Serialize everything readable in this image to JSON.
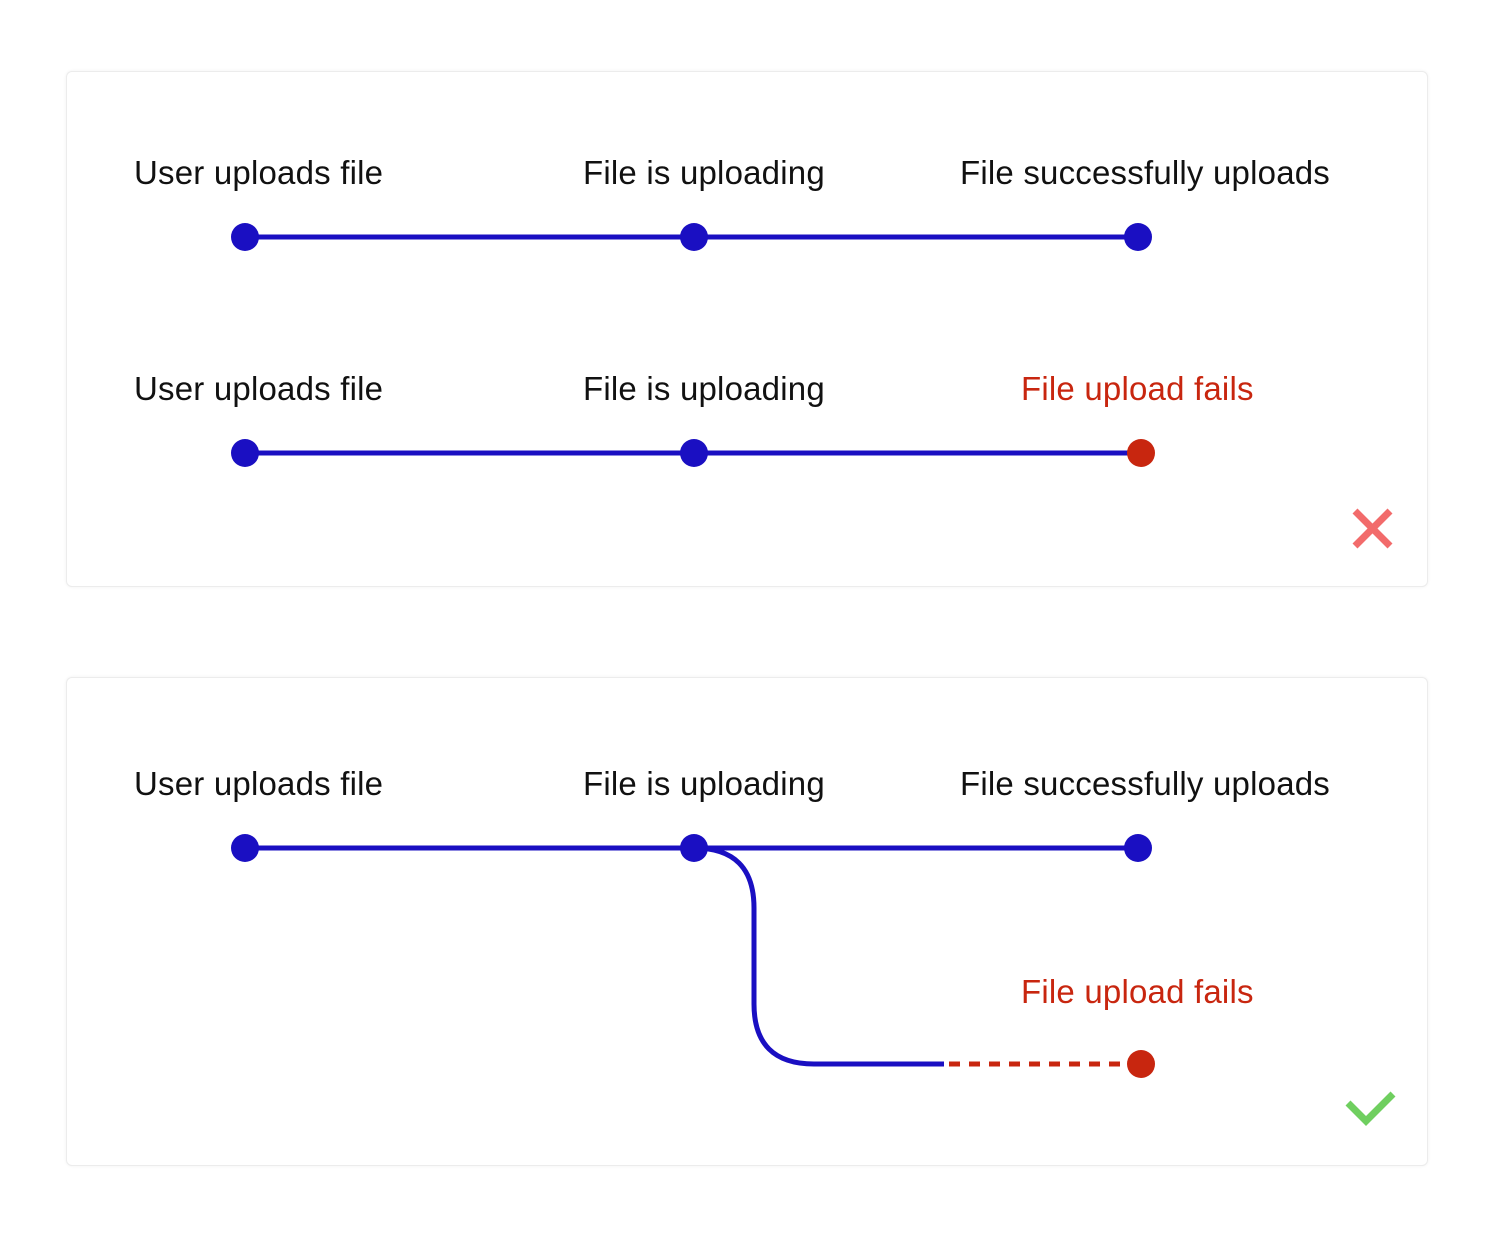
{
  "colors": {
    "flow": "#1a0fc2",
    "failure": "#c8260f",
    "bad_mark": "#f26b6b",
    "good_mark": "#6fcf5f"
  },
  "incorrect_example": {
    "success_flow": {
      "step1": "User uploads file",
      "step2": "File is uploading",
      "step3": "File successfully uploads"
    },
    "failure_flow": {
      "step1": "User uploads file",
      "step2": "File is uploading",
      "step3": "File upload fails"
    },
    "verdict_icon": "cross-icon"
  },
  "correct_example": {
    "step1": "User uploads file",
    "step2": "File is uploading",
    "step3": "File successfully uploads",
    "branch": "File upload fails",
    "verdict_icon": "check-icon"
  }
}
